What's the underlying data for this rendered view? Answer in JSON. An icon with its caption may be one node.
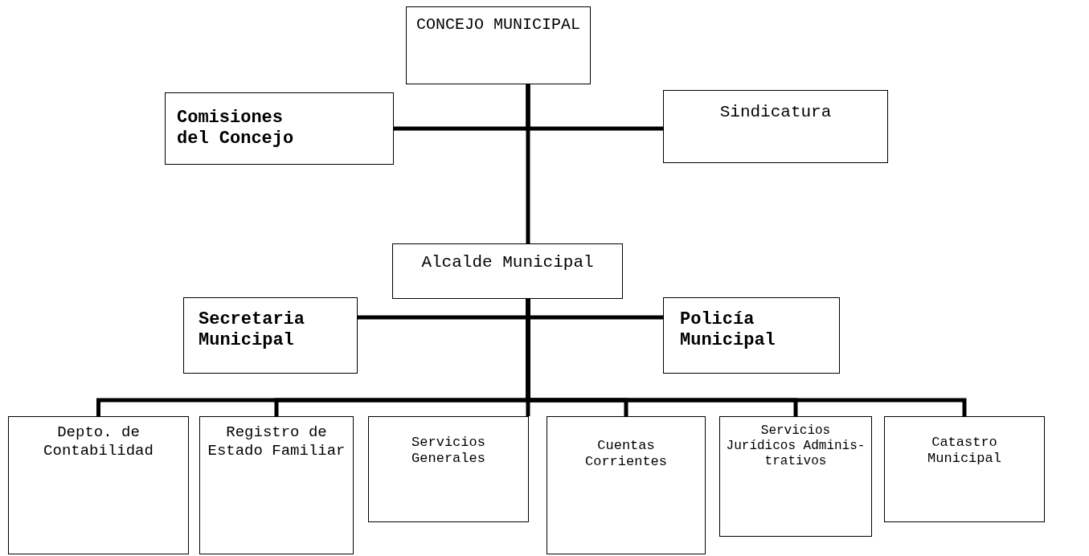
{
  "diagram": {
    "nodes": [
      {
        "text": [
          "CONCEJO MUNICIPAL"
        ]
      },
      {
        "text": [
          "Comisiones del Concejo"
        ]
      },
      {
        "text": [
          "Sindicatura"
        ]
      },
      {
        "text": [
          "Alcalde Municipal"
        ]
      },
      {
        "text": [
          "Secretaria Municipal"
        ]
      },
      {
        "text": [
          "Policía Municipal"
        ]
      },
      {
        "text": [
          "Depto. de Contabilidad"
        ]
      },
      {
        "text": [
          "Registro de Estado Familiar"
        ]
      },
      {
        "text": [
          "Servicios Generales"
        ]
      },
      {
        "text": [
          "Cuentas Corrientes"
        ]
      },
      {
        "text": [
          "Servicios Jurídicos Adminis- trativos"
        ]
      },
      {
        "text": [
          "Catastro Municipal"
        ]
      }
    ],
    "edges": [
      {
        "from": 0,
        "to": 1,
        "arrow": "none"
      },
      {
        "from": 0,
        "to": 2,
        "arrow": "none"
      },
      {
        "from": 0,
        "to": 3,
        "arrow": "none"
      },
      {
        "from": 3,
        "to": 4,
        "arrow": "none"
      },
      {
        "from": 3,
        "to": 5,
        "arrow": "none"
      },
      {
        "from": 3,
        "to": 6,
        "arrow": "none"
      },
      {
        "from": 3,
        "to": 7,
        "arrow": "none"
      },
      {
        "from": 3,
        "to": 8,
        "arrow": "none"
      },
      {
        "from": 3,
        "to": 9,
        "arrow": "none"
      },
      {
        "from": 3,
        "to": 10,
        "arrow": "none"
      },
      {
        "from": 3,
        "to": 11,
        "arrow": "none"
      }
    ]
  }
}
